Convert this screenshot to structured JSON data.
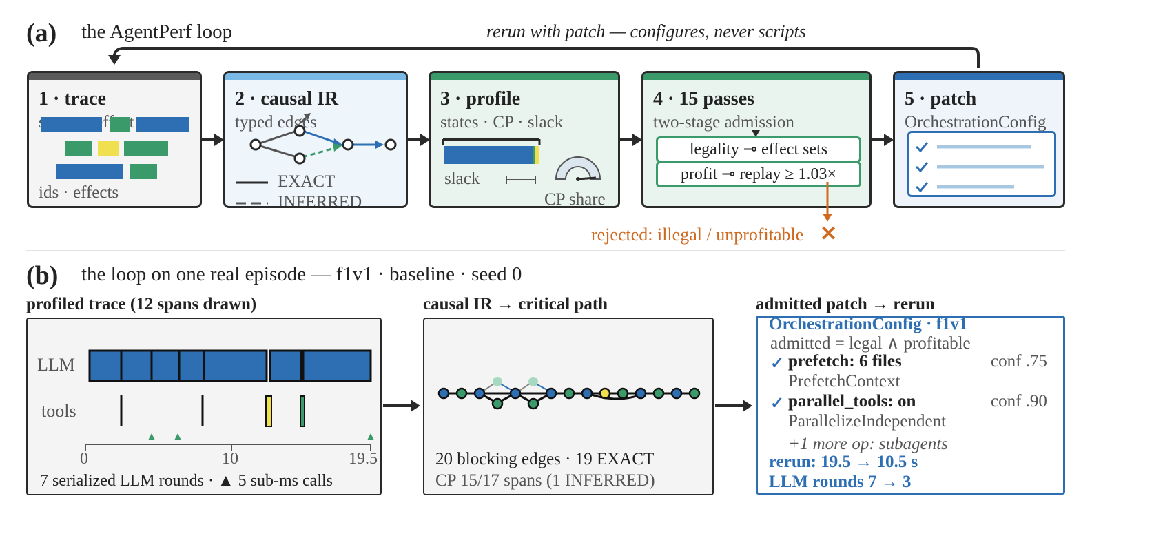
{
  "panel_a": {
    "label": "(a)",
    "title": "the AgentPerf loop",
    "feedback_label": "rerun with patch — configures, never scripts",
    "stages": [
      {
        "title": "1 · trace",
        "subtitle": "spans + effect sets",
        "footer": "ids · effects"
      },
      {
        "title": "2 · causal IR",
        "subtitle": "typed edges",
        "legend": [
          "EXACT",
          "INFERRED"
        ]
      },
      {
        "title": "3 · profile",
        "subtitle": "states · CP · slack",
        "slack_label": "slack",
        "gauge_label": "CP share"
      },
      {
        "title": "4 · 15 passes",
        "subtitle": "two-stage admission",
        "checks": [
          "legality ⊸ effect sets",
          "profit ⊸ replay ≥ 1.03×"
        ]
      },
      {
        "title": "5 · patch",
        "subtitle": "OrchestrationConfig"
      }
    ],
    "rejected_label": "rejected: illegal / unprofitable",
    "colors": {
      "trace": "#5a5a5a",
      "causal": "#7ab8e6",
      "profile": "#3a9a6a",
      "passes": "#3a9a6a",
      "patch": "#2e6fb4",
      "llm": "#2e6fb4",
      "tool": "#3a9a6a",
      "accent": "#f0e050",
      "reject": "#d06a20"
    }
  },
  "panel_b": {
    "label": "(b)",
    "title": "the loop on one real episode — f1v1 · baseline · seed 0",
    "trace": {
      "heading": "profiled trace (12 spans drawn)",
      "row_llm": "LLM",
      "row_tools": "tools",
      "ticks": [
        "0",
        "10",
        "19.5 s"
      ],
      "caption": "7 serialized LLM rounds · ▲ 5 sub-ms calls"
    },
    "causal": {
      "heading": "causal IR → critical path",
      "line1": "20 blocking edges · 19 EXACT",
      "line2": "CP 15/17 spans (1 INFERRED)"
    },
    "patch": {
      "heading": "admitted patch → rerun",
      "config_title": "OrchestrationConfig · f1v1",
      "admitted": "admitted = legal ∧ profitable",
      "ops": [
        {
          "name": "prefetch: 6 files",
          "pass": "PrefetchContext",
          "conf": "conf .75"
        },
        {
          "name": "parallel_tools: on",
          "pass": "ParallelizeIndependent",
          "conf": "conf .90"
        }
      ],
      "more": "+1 more op: subagents",
      "rerun": "rerun: 19.5 → 10.5 s",
      "rounds": "LLM rounds 7 → 3"
    }
  }
}
